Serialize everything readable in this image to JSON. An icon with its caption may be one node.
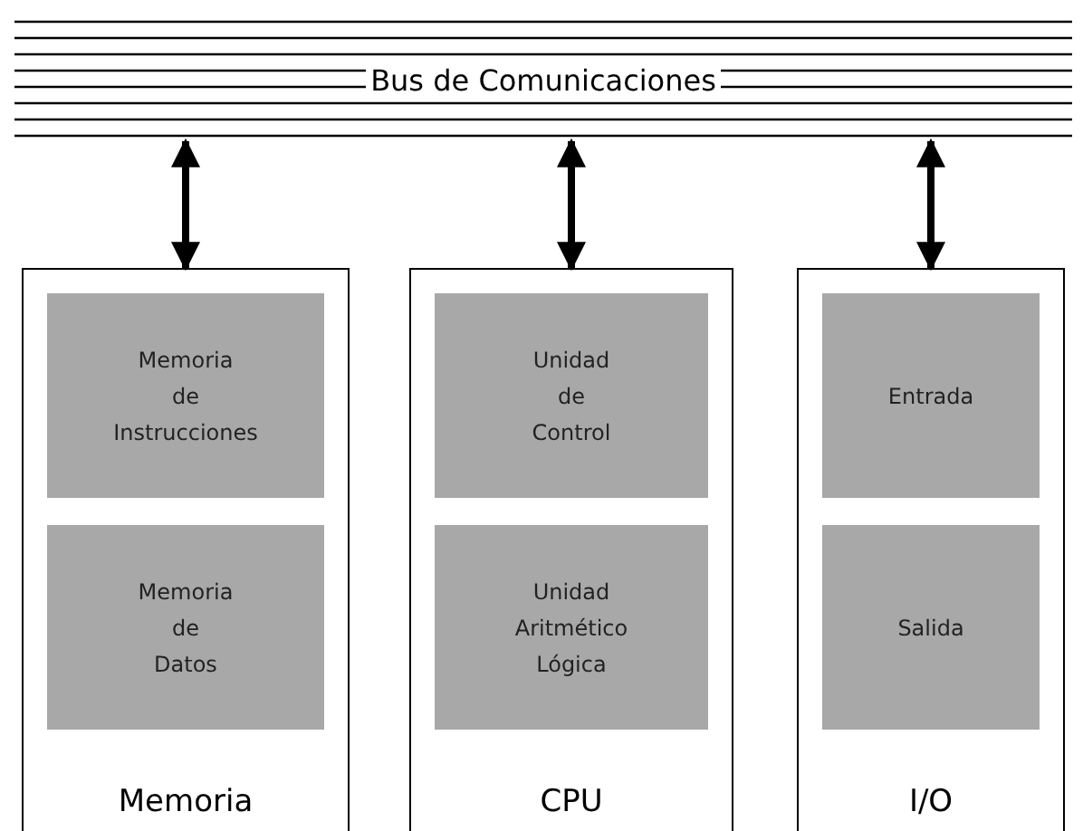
{
  "diagram": {
    "nodes": [
      {
        "text": [
          "Bus de Comunicaciones"
        ]
      },
      {
        "text": [
          "Memoria"
        ]
      },
      {
        "text": [
          "Memoria de Instrucciones"
        ],
        "in": 1
      },
      {
        "text": [
          "Memoria de Datos"
        ],
        "in": 1
      },
      {
        "text": [
          "CPU"
        ]
      },
      {
        "text": [
          "Unidad de Control"
        ],
        "in": 4
      },
      {
        "text": [
          "Unidad Aritmético Lógica"
        ],
        "in": 4
      },
      {
        "text": [
          "I/O"
        ]
      },
      {
        "text": [
          "Entrada"
        ],
        "in": 7
      },
      {
        "text": [
          "Salida"
        ],
        "in": 7
      }
    ],
    "edges": [
      {
        "from": 0,
        "to": 1,
        "arrow": "both"
      },
      {
        "from": 0,
        "to": 4,
        "arrow": "both"
      },
      {
        "from": 0,
        "to": 7,
        "arrow": "both"
      }
    ]
  }
}
